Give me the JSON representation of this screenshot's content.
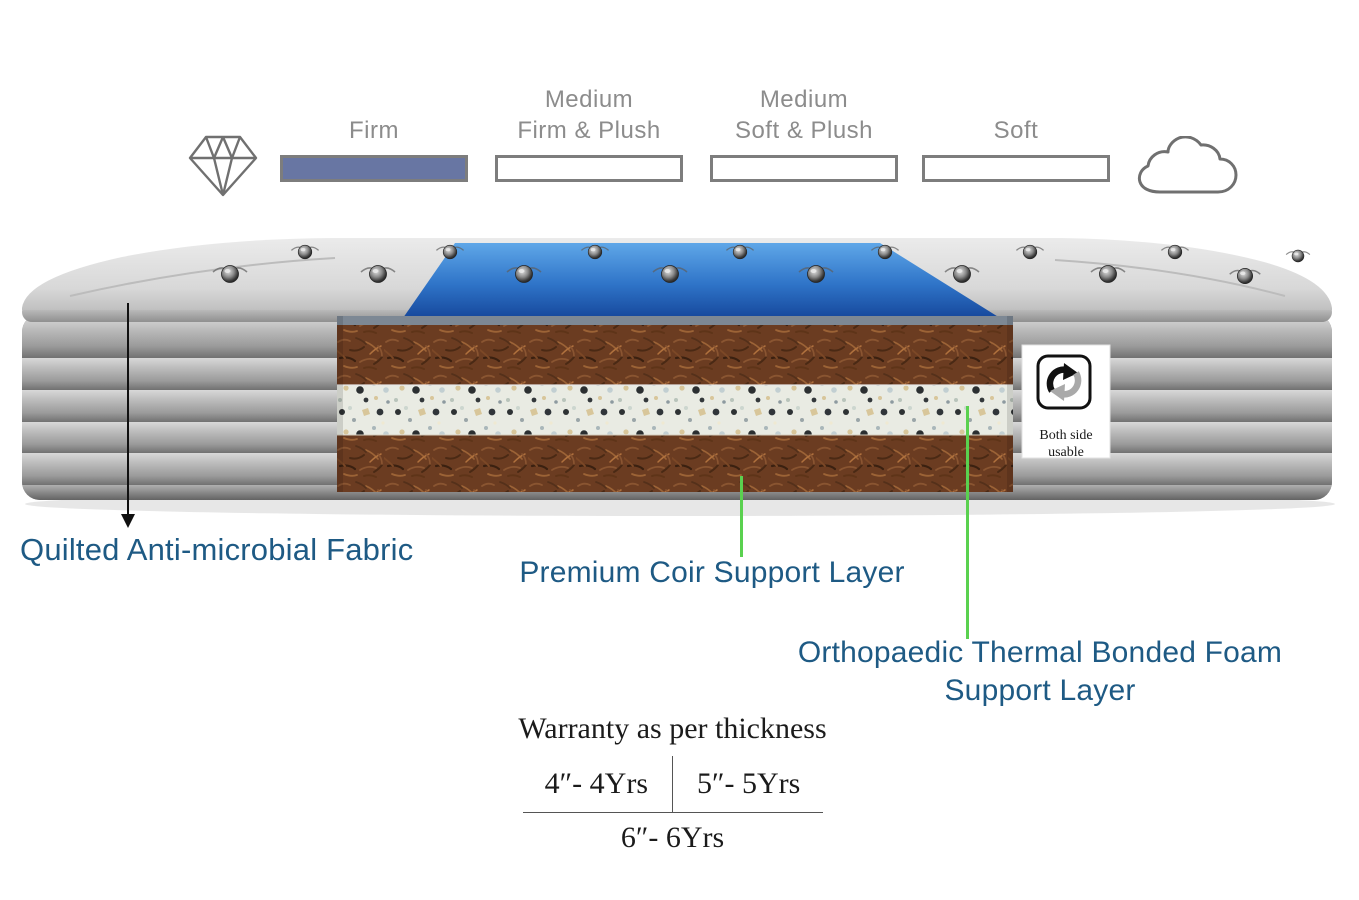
{
  "firmness_scale": {
    "left_icon": "diamond-icon",
    "right_icon": "cloud-icon",
    "items": [
      {
        "label": "Firm",
        "filled": true
      },
      {
        "label": "Medium\nFirm & Plush",
        "filled": false
      },
      {
        "label": "Medium\nSoft & Plush",
        "filled": false
      },
      {
        "label": "Soft",
        "filled": false
      }
    ],
    "filled_bar_color": "#6876a3",
    "bar_border_color": "#7d7d7d",
    "label_color": "#8c8c8c"
  },
  "mattress": {
    "badge": {
      "line1": "Both side",
      "line2": "usable",
      "icon": "recycle-arrows-icon"
    },
    "layers": [
      "Quilted fabric cover",
      "Coir layer",
      "Foam layer",
      "Coir layer"
    ]
  },
  "annotations": {
    "fabric_label": "Quilted Anti-microbial Fabric",
    "coir_label": "Premium Coir Support Layer",
    "foam_label": "Orthopaedic Thermal Bonded Foam\nSupport Layer",
    "label_color": "#1e5a84",
    "callout_green": "#5ad14f",
    "callout_black": "#111111"
  },
  "warranty": {
    "title": "Warranty as per thickness",
    "cell_left": "4″- 4Yrs",
    "cell_right": "5″- 5Yrs",
    "cell_bottom": "6″- 6Yrs"
  }
}
